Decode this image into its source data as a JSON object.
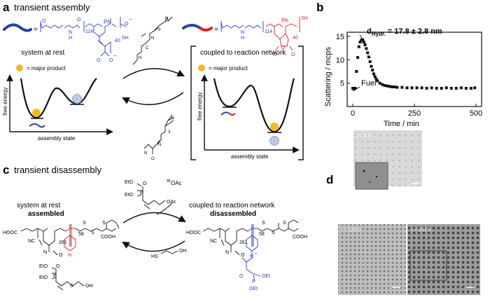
{
  "panel_a": {
    "letter": "a",
    "title": "transient assembly",
    "left": {
      "eq": "=",
      "monomer1": "114",
      "monomer2": "40",
      "ph": "Ph",
      "sh": "SH",
      "state_label": "system at rest",
      "legend": "= major product",
      "ylabel": "free energy",
      "xlabel": "assembly state"
    },
    "right": {
      "eq": "=",
      "monomer1": "114",
      "monomer2": "40",
      "ph": "Ph",
      "sh": "SH",
      "state_label": "coupled to reaction network",
      "legend": "= major product",
      "ylabel": "free energy",
      "xlabel": "assembly state"
    },
    "carbodiimide_sub": "3",
    "urea_sub": "3",
    "atom_N": "N",
    "atom_C": "C",
    "atom_O": "O",
    "atom_H": "H",
    "neg": "−"
  },
  "panel_b": {
    "letter": "b",
    "annotation_main": "d",
    "annotation_sub": "Hydr.",
    "annotation_rest": " = 17.8 ± 2.8 nm",
    "fuel_label": "Fuel",
    "chart_data": {
      "type": "scatter",
      "xlabel": "Time / min",
      "ylabel": "Scattering / mcps",
      "xlim": [
        0,
        500
      ],
      "ylim": [
        0,
        15
      ],
      "xticks": [
        "0",
        "250",
        "500"
      ],
      "yticks": [
        "0",
        "5",
        "10",
        "15"
      ],
      "x": [
        0,
        5,
        10,
        15,
        20,
        25,
        30,
        35,
        40,
        45,
        50,
        55,
        60,
        65,
        70,
        75,
        80,
        85,
        90,
        95,
        100,
        110,
        120,
        130,
        140,
        150,
        160,
        170,
        180,
        200,
        220,
        240,
        260,
        280,
        300,
        320,
        340,
        360,
        380,
        400,
        420,
        440,
        460,
        480,
        495
      ],
      "y": [
        3.9,
        3.8,
        3.9,
        7.5,
        10.5,
        12.8,
        13.8,
        14.2,
        14.3,
        13.8,
        13.2,
        12.4,
        11.5,
        10.6,
        9.6,
        8.6,
        7.8,
        7.0,
        6.4,
        5.9,
        5.5,
        5.0,
        4.7,
        4.5,
        4.4,
        4.3,
        4.2,
        4.2,
        4.1,
        4.1,
        4.0,
        4.0,
        4.0,
        4.0,
        3.9,
        4.0,
        3.9,
        3.9,
        4.0,
        3.9,
        3.9,
        4.0,
        3.9,
        3.9,
        4.0
      ]
    }
  },
  "panel_c": {
    "letter": "c",
    "title": "transient disassembly",
    "left_state": "system at rest",
    "left_state_bold": "assembled",
    "right_state": "coupled to reaction network",
    "right_state_bold": "disassembled",
    "fuel_top": "EtO",
    "fuel_top2": "EtO",
    "fuel_oac": "OAc",
    "byproduct": "OAc",
    "thiol": "HS",
    "thiol_oh": "OH",
    "waste_eto": "EtO",
    "waste_eto2": "EtO",
    "waste_oh": "OH",
    "left_cooh1": "HOOC",
    "left_cooh2": "COOH",
    "left_nc": "NC",
    "left_n": "N",
    "left_o": "O",
    "left_n_py": "N",
    "left_261": "261",
    "left_58": "58",
    "right_cooh1": "HOOC",
    "right_cooh2": "COOH",
    "right_nc": "NC",
    "right_n": "N",
    "right_o": "O",
    "right_261": "261",
    "right_58": "58",
    "right_nplus": "N",
    "right_oet1": "OEt",
    "right_oet2": "OEt",
    "p": "P",
    "s": "S",
    "o": "O"
  },
  "panel_d": {
    "letter": "d",
    "t0": "t = 0 h",
    "t105": "t = 105 h",
    "t331": "t = 331 h"
  }
}
